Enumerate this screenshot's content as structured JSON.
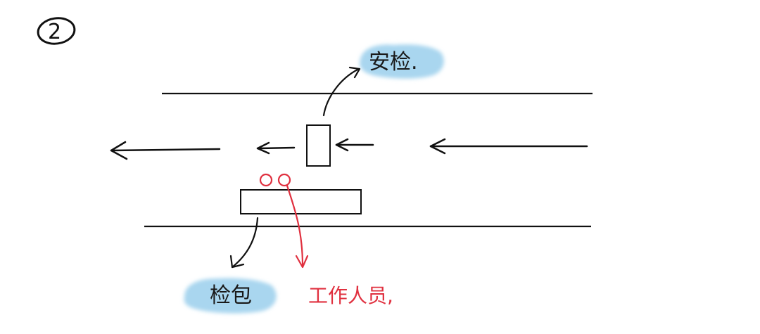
{
  "diagram": {
    "step_number": "2",
    "labels": {
      "security_check": "安检.",
      "bag_check": "检包",
      "staff": "工作人员,"
    },
    "colors": {
      "ink": "#111111",
      "staff": "#e0303f",
      "highlight": "#a9d6ef"
    }
  }
}
